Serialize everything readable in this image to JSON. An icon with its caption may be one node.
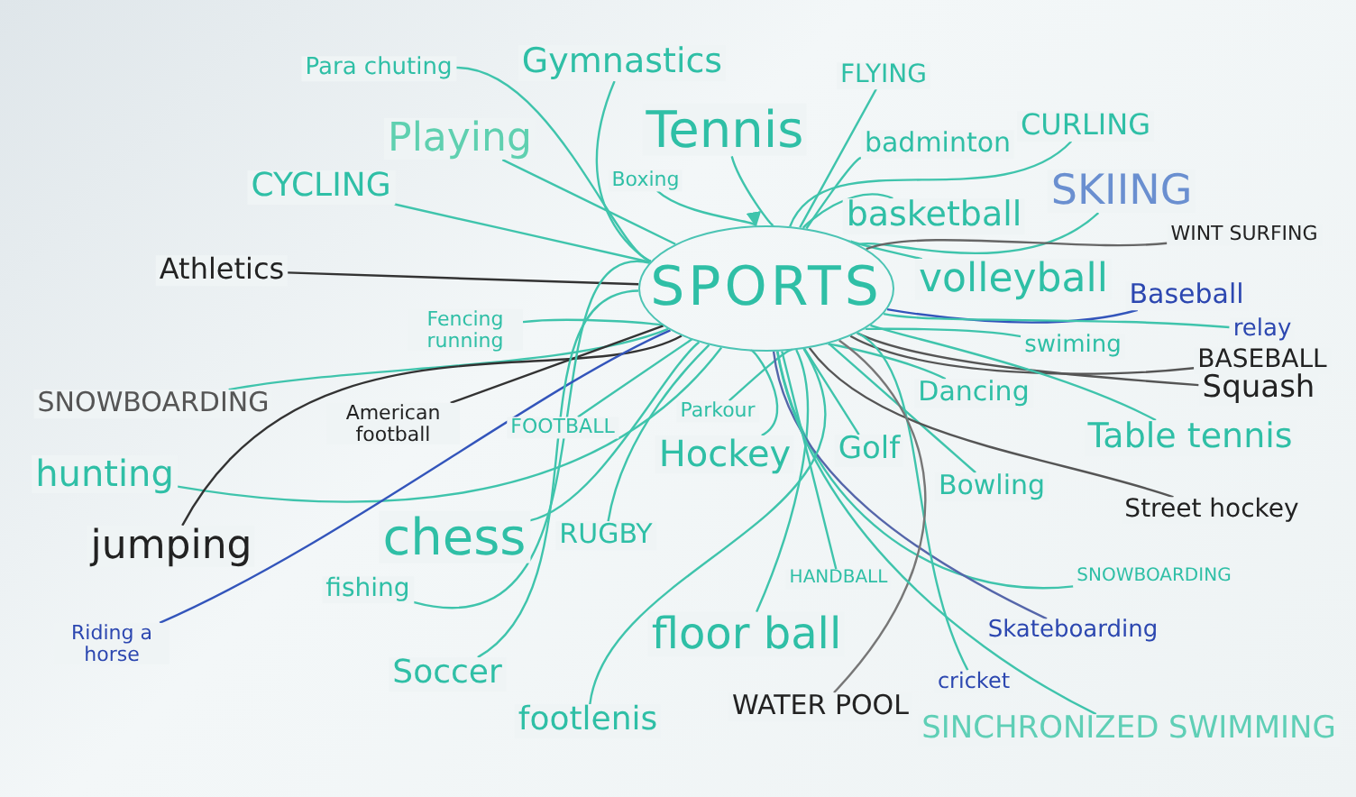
{
  "diagram": {
    "nodes": [
      {
        "text": [
          "SPORTS"
        ]
      },
      {
        "text": [
          "Para chuting"
        ]
      },
      {
        "text": [
          "Gymnastics"
        ]
      },
      {
        "text": [
          "FLYING"
        ]
      },
      {
        "text": [
          "Playing"
        ]
      },
      {
        "text": [
          "CYCLING"
        ]
      },
      {
        "text": [
          "Boxing"
        ]
      },
      {
        "text": [
          "Tennis"
        ]
      },
      {
        "text": [
          "badminton"
        ]
      },
      {
        "text": [
          "CURLING"
        ]
      },
      {
        "text": [
          "basketball"
        ]
      },
      {
        "text": [
          "SKIING"
        ]
      },
      {
        "text": [
          "Athletics"
        ]
      },
      {
        "text": [
          "volleyball"
        ]
      },
      {
        "text": [
          "WINT SURFING"
        ]
      },
      {
        "text": [
          "Baseball"
        ]
      },
      {
        "text": [
          "Fencing running"
        ]
      },
      {
        "text": [
          "swiming"
        ]
      },
      {
        "text": [
          "relay"
        ]
      },
      {
        "text": [
          "BASEBALL"
        ]
      },
      {
        "text": [
          "Squash"
        ]
      },
      {
        "text": [
          "SNOWBOARDING"
        ]
      },
      {
        "text": [
          "American football"
        ]
      },
      {
        "text": [
          "FOOTBALL"
        ]
      },
      {
        "text": [
          "Parkour"
        ]
      },
      {
        "text": [
          "Hockey"
        ]
      },
      {
        "text": [
          "Golf"
        ]
      },
      {
        "text": [
          "Dancing"
        ]
      },
      {
        "text": [
          "Table tennis"
        ]
      },
      {
        "text": [
          "hunting"
        ]
      },
      {
        "text": [
          "Bowling"
        ]
      },
      {
        "text": [
          "Street hockey"
        ]
      },
      {
        "text": [
          "jumping"
        ]
      },
      {
        "text": [
          "chess"
        ]
      },
      {
        "text": [
          "RUGBY"
        ]
      },
      {
        "text": [
          "fishing"
        ]
      },
      {
        "text": [
          "HANDBALL"
        ]
      },
      {
        "text": [
          "SNOWBOARDING"
        ]
      },
      {
        "text": [
          "floor ball"
        ]
      },
      {
        "text": [
          "Riding a horse"
        ]
      },
      {
        "text": [
          "Skateboarding"
        ]
      },
      {
        "text": [
          "Soccer"
        ]
      },
      {
        "text": [
          "cricket"
        ]
      },
      {
        "text": [
          "footlenis"
        ]
      },
      {
        "text": [
          "WATER POOL"
        ]
      },
      {
        "text": [
          "SINCHRONIZED SWIMMING"
        ]
      }
    ],
    "edges": [
      {
        "from": 0,
        "to": 1,
        "arrow": "none"
      },
      {
        "from": 0,
        "to": 2,
        "arrow": "none"
      },
      {
        "from": 0,
        "to": 3,
        "arrow": "none"
      },
      {
        "from": 0,
        "to": 4,
        "arrow": "none"
      },
      {
        "from": 0,
        "to": 5,
        "arrow": "none"
      },
      {
        "from": 6,
        "to": 0,
        "arrow": "to"
      },
      {
        "from": 0,
        "to": 7,
        "arrow": "none"
      },
      {
        "from": 0,
        "to": 8,
        "arrow": "none"
      },
      {
        "from": 0,
        "to": 9,
        "arrow": "none"
      },
      {
        "from": 0,
        "to": 10,
        "arrow": "none"
      },
      {
        "from": 0,
        "to": 11,
        "arrow": "none"
      },
      {
        "from": 0,
        "to": 12,
        "arrow": "none",
        "color": "#333333"
      },
      {
        "from": 0,
        "to": 13,
        "arrow": "none"
      },
      {
        "from": 0,
        "to": 14,
        "arrow": "none",
        "color": "#666666"
      },
      {
        "from": 0,
        "to": 15,
        "arrow": "none",
        "color": "#3355bb"
      },
      {
        "from": 0,
        "to": 16,
        "arrow": "none"
      },
      {
        "from": 0,
        "to": 17,
        "arrow": "none"
      },
      {
        "from": 0,
        "to": 18,
        "arrow": "none"
      },
      {
        "from": 0,
        "to": 19,
        "arrow": "none",
        "color": "#555555"
      },
      {
        "from": 0,
        "to": 20,
        "arrow": "none",
        "color": "#555555"
      },
      {
        "from": 0,
        "to": 21,
        "arrow": "none"
      },
      {
        "from": 0,
        "to": 22,
        "arrow": "none",
        "color": "#333333"
      },
      {
        "from": 0,
        "to": 23,
        "arrow": "none"
      },
      {
        "from": 0,
        "to": 24,
        "arrow": "none"
      },
      {
        "from": 0,
        "to": 25,
        "arrow": "none"
      },
      {
        "from": 0,
        "to": 26,
        "arrow": "none"
      },
      {
        "from": 0,
        "to": 27,
        "arrow": "none"
      },
      {
        "from": 0,
        "to": 28,
        "arrow": "none"
      },
      {
        "from": 0,
        "to": 29,
        "arrow": "none"
      },
      {
        "from": 0,
        "to": 30,
        "arrow": "none"
      },
      {
        "from": 0,
        "to": 31,
        "arrow": "none",
        "color": "#555555"
      },
      {
        "from": 0,
        "to": 32,
        "arrow": "none",
        "color": "#333333"
      },
      {
        "from": 0,
        "to": 33,
        "arrow": "none"
      },
      {
        "from": 0,
        "to": 34,
        "arrow": "none"
      },
      {
        "from": 0,
        "to": 35,
        "arrow": "none"
      },
      {
        "from": 0,
        "to": 36,
        "arrow": "none"
      },
      {
        "from": 0,
        "to": 37,
        "arrow": "none"
      },
      {
        "from": 0,
        "to": 38,
        "arrow": "none"
      },
      {
        "from": 0,
        "to": 39,
        "arrow": "none",
        "color": "#3355bb"
      },
      {
        "from": 0,
        "to": 40,
        "arrow": "none",
        "color": "#5566aa"
      },
      {
        "from": 0,
        "to": 41,
        "arrow": "none"
      },
      {
        "from": 0,
        "to": 42,
        "arrow": "none"
      },
      {
        "from": 0,
        "to": 43,
        "arrow": "none"
      },
      {
        "from": 0,
        "to": 44,
        "arrow": "none",
        "color": "#777777"
      },
      {
        "from": 0,
        "to": 45,
        "arrow": "none"
      }
    ]
  }
}
